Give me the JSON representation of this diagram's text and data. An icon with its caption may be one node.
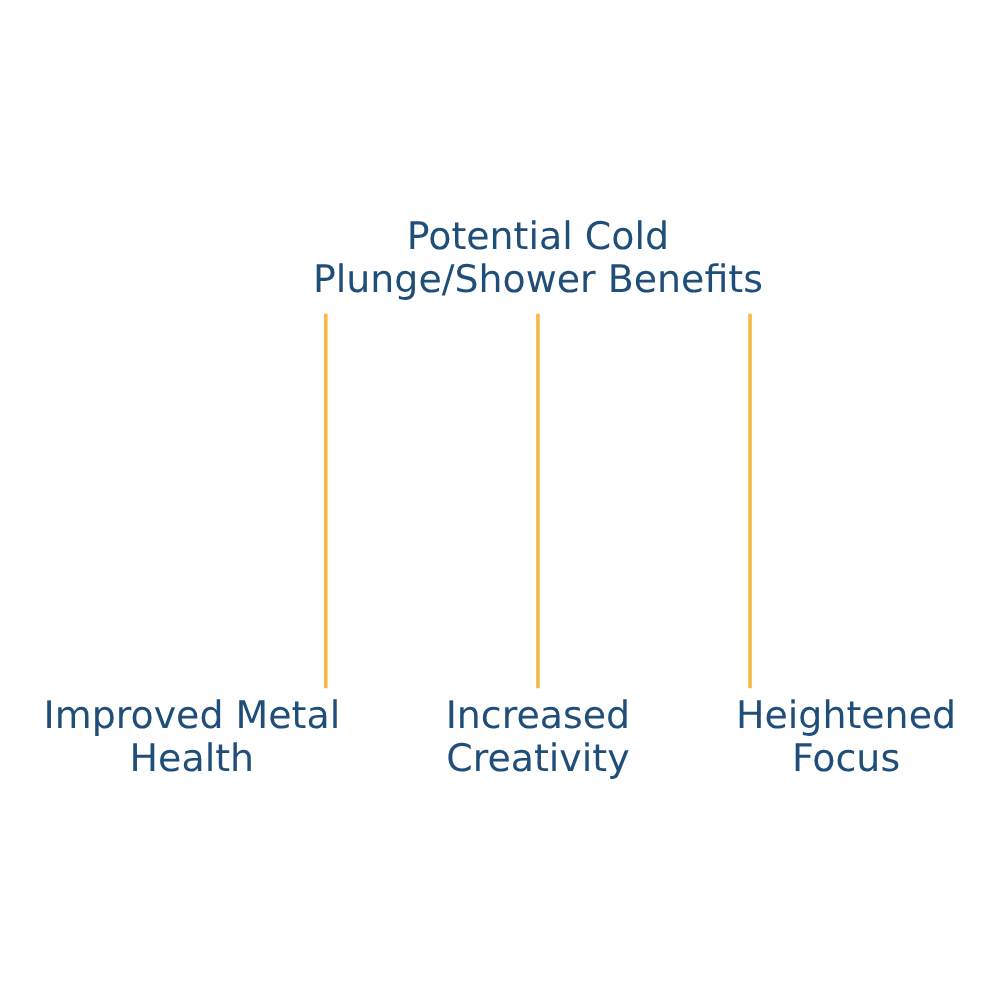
{
  "diagram": {
    "nodes": [
      {
        "text": [
          "Potential Cold Plunge/Shower Benefits"
        ]
      },
      {
        "text": [
          "Improved Metal Health"
        ]
      },
      {
        "text": [
          "Increased Creativity"
        ]
      },
      {
        "text": [
          "Heightened Focus"
        ]
      }
    ],
    "edges": [
      {
        "from": 0,
        "to": 1,
        "arrow": "none"
      },
      {
        "from": 0,
        "to": 2,
        "arrow": "none"
      },
      {
        "from": 0,
        "to": 3,
        "arrow": "none"
      }
    ]
  }
}
